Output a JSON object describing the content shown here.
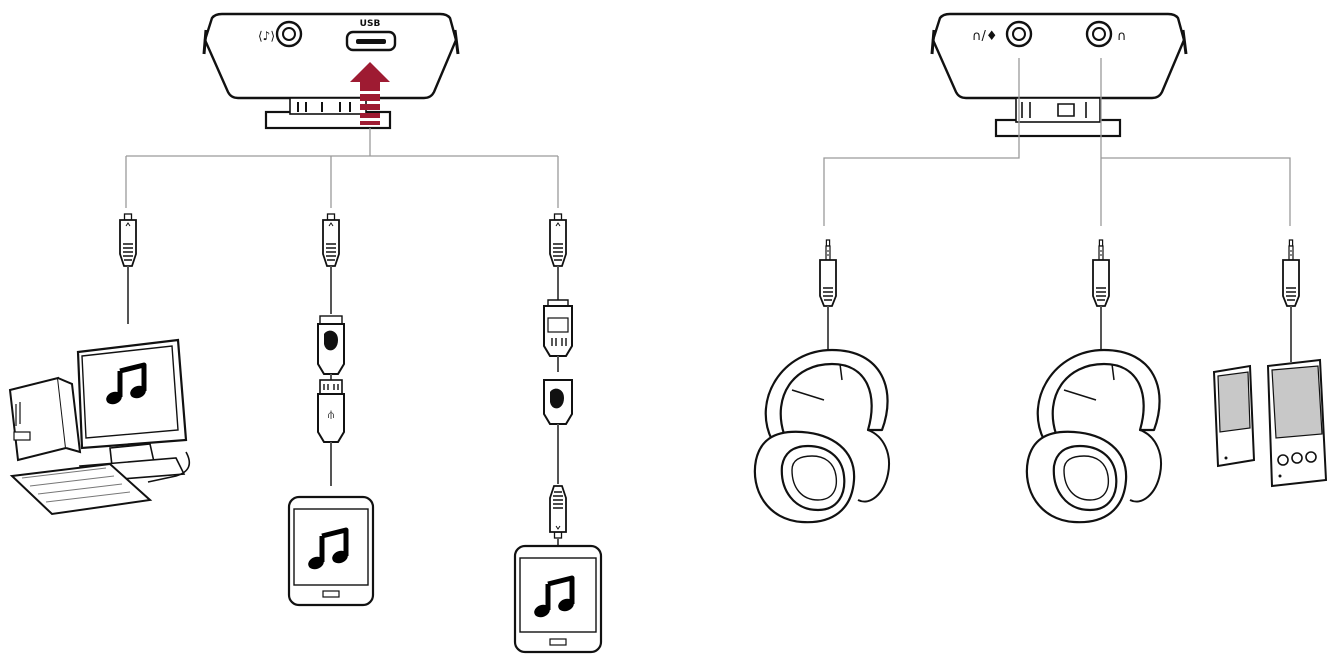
{
  "device_left": {
    "port_label": "USB",
    "arrow_color": "#9e1b32",
    "icons": [
      "bluetooth-audio-icon",
      "usb-port-icon"
    ]
  },
  "device_right": {
    "icons": [
      "headset-mic-icon",
      "headphone-icon"
    ]
  },
  "colors": {
    "line": "#9a9a9a",
    "outline": "#111111",
    "accent": "#9e1b32"
  },
  "left_sources": [
    "computer",
    "phone-via-otg",
    "tablet-via-otg-cable"
  ],
  "right_outputs": [
    "headphones",
    "headphones",
    "powered-speakers"
  ]
}
